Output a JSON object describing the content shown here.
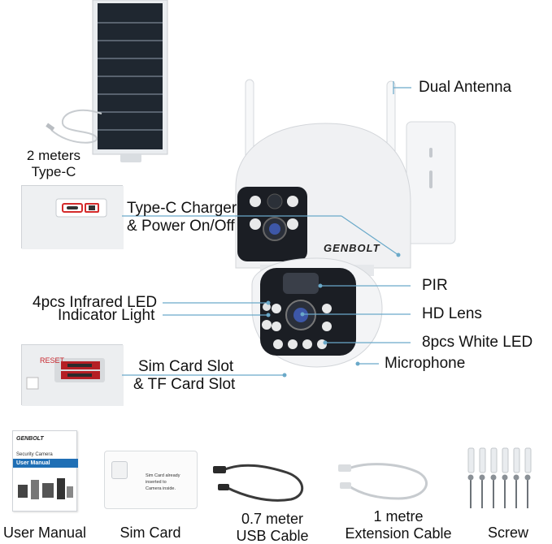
{
  "brand_logo_text": "GENBOLT",
  "callouts": {
    "dual_antenna": "Dual Antenna",
    "solar_cable_line1": "2 meters",
    "solar_cable_line2": "Type-C",
    "typec_charger_line1": "Type-C Charger",
    "typec_charger_line2": "& Power On/Off",
    "pir": "PIR",
    "infrared_led": "4pcs Infrared LED",
    "indicator_light": "Indicator Light",
    "hd_lens": "HD Lens",
    "white_led": "8pcs White LED",
    "microphone": "Microphone",
    "sim_slot_line1": "Sim Card Slot",
    "sim_slot_line2": "& TF Card Slot",
    "reset_text": "RESET"
  },
  "manual_booklet": {
    "logo": "GENBOLT",
    "subtitle": "Security Camera",
    "title": "User Manual"
  },
  "sim_card_text_line1": "Sim Card already inserted to",
  "sim_card_text_line2": "Camera inside.",
  "accessories": [
    {
      "line1": "User Manual",
      "line2": ""
    },
    {
      "line1": "Sim Card",
      "line2": ""
    },
    {
      "line1": "0.7 meter",
      "line2": "USB Cable"
    },
    {
      "line1": "1 metre",
      "line2": "Extension Cable"
    },
    {
      "line1": "Screw",
      "line2": ""
    }
  ],
  "colors": {
    "callout": "#6aa9c9",
    "solar_panel": "#1f2730",
    "camera_body": "#f2f3f5",
    "lens_panel": "#1b1e24",
    "accent_red": "#c8262d",
    "manual_blue": "#1f6fb5"
  }
}
